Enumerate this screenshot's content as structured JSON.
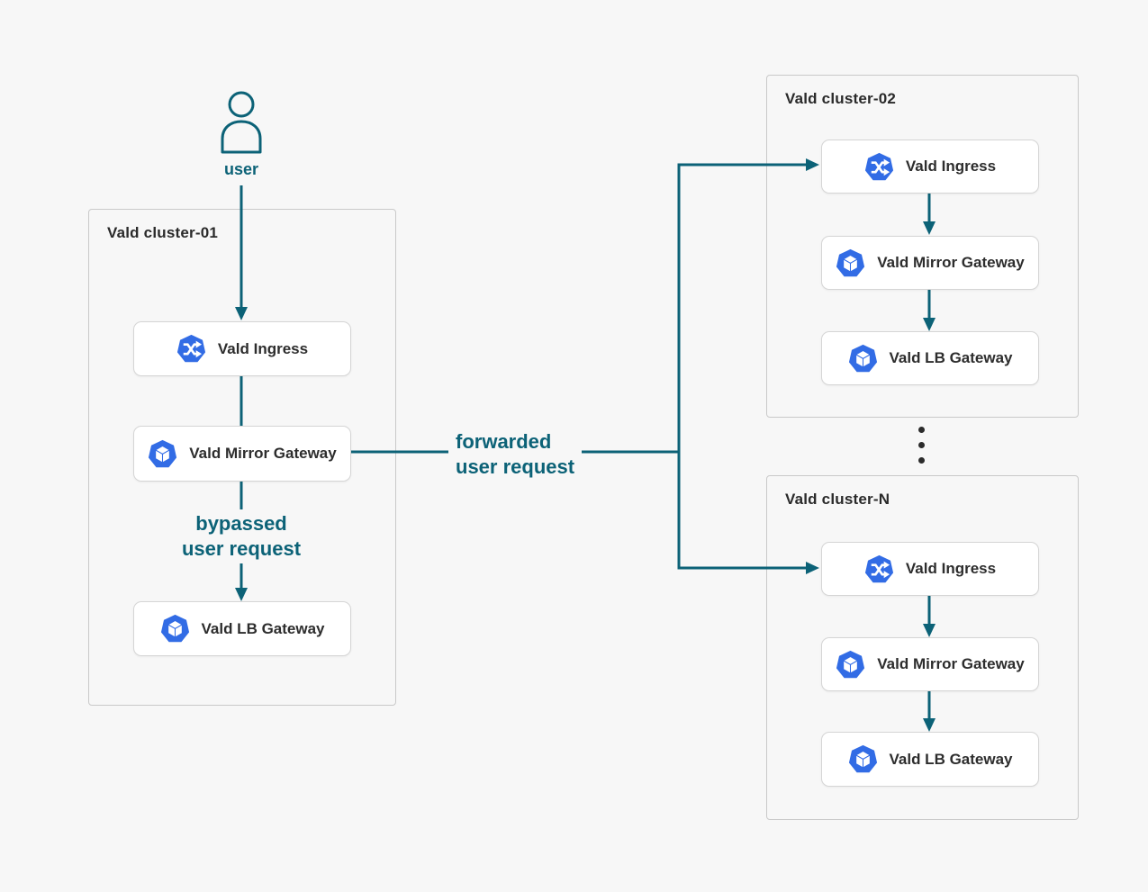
{
  "diagram": {
    "user": {
      "label": "user"
    },
    "edge_labels": {
      "forwarded": {
        "line1": "forwarded",
        "line2": "user request"
      },
      "bypassed": {
        "line1": "bypassed",
        "line2": "user request"
      }
    },
    "clusters": [
      {
        "title": "Vald cluster-01",
        "nodes": [
          {
            "label": "Vald Ingress",
            "icon": "kubernetes-ingress-icon"
          },
          {
            "label": "Vald Mirror Gateway",
            "icon": "kubernetes-cube-icon"
          },
          {
            "label": "Vald LB Gateway",
            "icon": "kubernetes-cube-icon"
          }
        ]
      },
      {
        "title": "Vald cluster-02",
        "nodes": [
          {
            "label": "Vald Ingress",
            "icon": "kubernetes-ingress-icon"
          },
          {
            "label": "Vald Mirror Gateway",
            "icon": "kubernetes-cube-icon"
          },
          {
            "label": "Vald LB Gateway",
            "icon": "kubernetes-cube-icon"
          }
        ]
      },
      {
        "title": "Vald cluster-N",
        "nodes": [
          {
            "label": "Vald Ingress",
            "icon": "kubernetes-ingress-icon"
          },
          {
            "label": "Vald Mirror Gateway",
            "icon": "kubernetes-cube-icon"
          },
          {
            "label": "Vald LB Gateway",
            "icon": "kubernetes-cube-icon"
          }
        ]
      }
    ],
    "ellipsis_dots": 3,
    "colors": {
      "background": "#f7f7f7",
      "arrow_teal": "#0c6277",
      "kubernetes_blue": "#326ce5",
      "node_background": "#ffffff",
      "node_border": "#d5d5d5",
      "cluster_border": "#c9c9c9",
      "text_dark": "#2d2d2d"
    }
  }
}
